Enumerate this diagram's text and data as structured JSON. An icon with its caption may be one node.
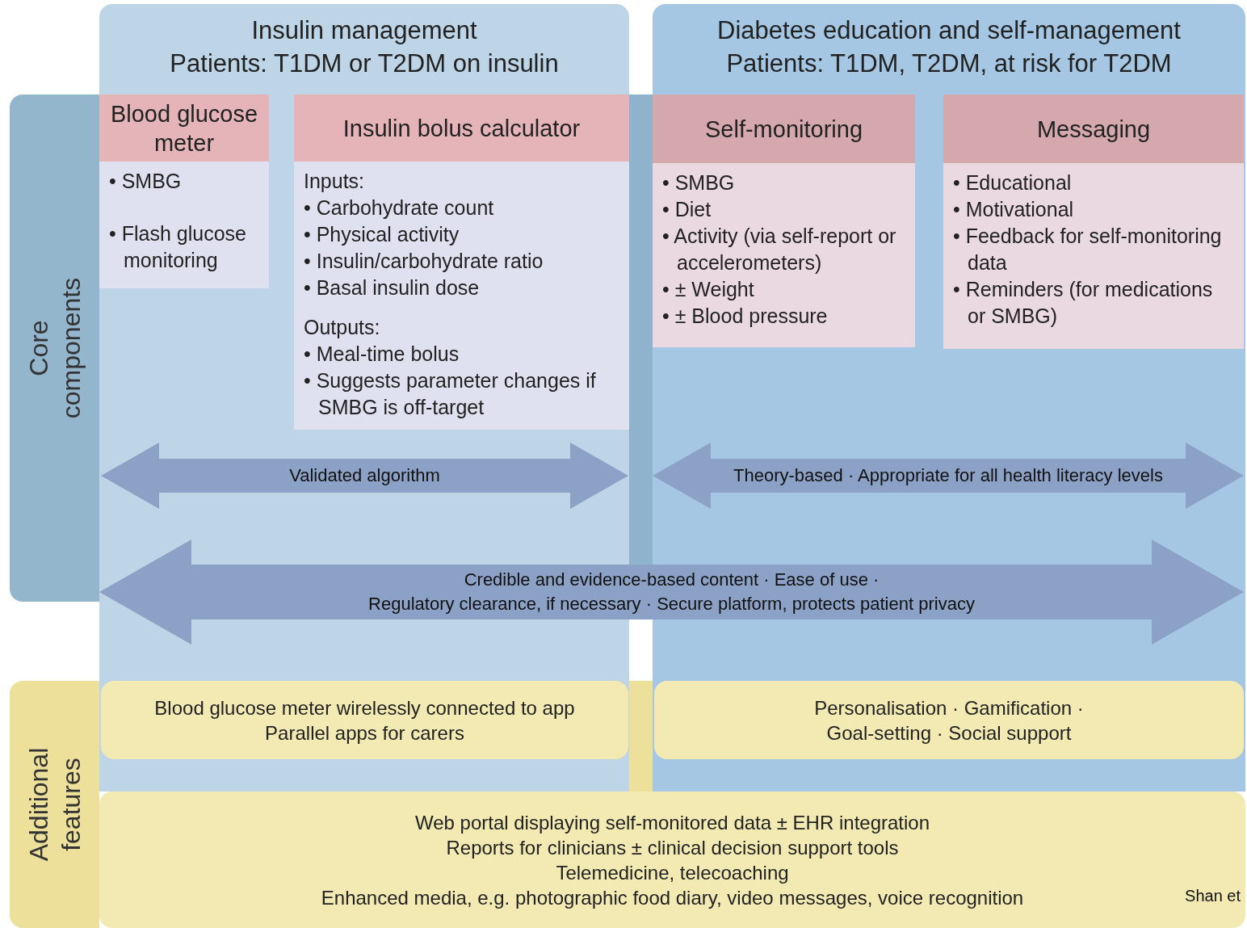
{
  "diagram": {
    "nodes": [
      {
        "text": [
          "Insulin management",
          "Patients: T1DM or T2DM on insulin"
        ]
      },
      {
        "text": [
          "Diabetes education and self-management",
          "Patients: T1DM, T2DM, at risk for T2DM"
        ]
      },
      {
        "text": [
          "Core components"
        ]
      },
      {
        "text": [
          "Additional features"
        ]
      },
      {
        "text": [
          "Blood glucose meter",
          "• SMBG",
          "• Flash glucose monitoring"
        ],
        "in": 0
      },
      {
        "text": [
          "Insulin bolus calculator",
          "Inputs:",
          "• Carbohydrate count",
          "• Physical activity",
          "• Insulin/carbohydrate ratio",
          "• Basal insulin dose",
          "Outputs:",
          "• Meal-time bolus",
          "• Suggests parameter changes if SMBG is off-target"
        ],
        "in": 0
      },
      {
        "text": [
          "Self-monitoring",
          "• SMBG",
          "• Diet",
          "• Activity (via self-report or accelerometers)",
          "• ± Weight",
          "• ± Blood pressure"
        ],
        "in": 1
      },
      {
        "text": [
          "Messaging",
          "• Educational",
          "• Motivational",
          "• Feedback for self-monitoring data",
          "• Reminders (for medications or SMBG)"
        ],
        "in": 1
      },
      {
        "text": [
          "Validated algorithm"
        ],
        "in": 0
      },
      {
        "text": [
          "Theory-based · Appropriate for all health literacy levels"
        ],
        "in": 1
      },
      {
        "text": [
          "Credible and evidence-based content · Ease of use ·",
          "Regulatory clearance, if necessary · Secure platform, protects patient privacy"
        ]
      },
      {
        "text": [
          "Blood glucose meter wirelessly connected to app",
          "Parallel apps for carers"
        ],
        "in": 0
      },
      {
        "text": [
          "Personalisation · Gamification · Goal-setting · Social support"
        ],
        "in": 1
      },
      {
        "text": [
          "Web portal displaying self-monitored data ± EHR integration",
          "Reports for clinicians ± clinical decision support tools",
          "Telemedicine, telecoaching",
          "Enhanced media, e.g. photographic food diary, video messages, voice recognition"
        ]
      }
    ],
    "labels": [
      "Shan et"
    ]
  }
}
